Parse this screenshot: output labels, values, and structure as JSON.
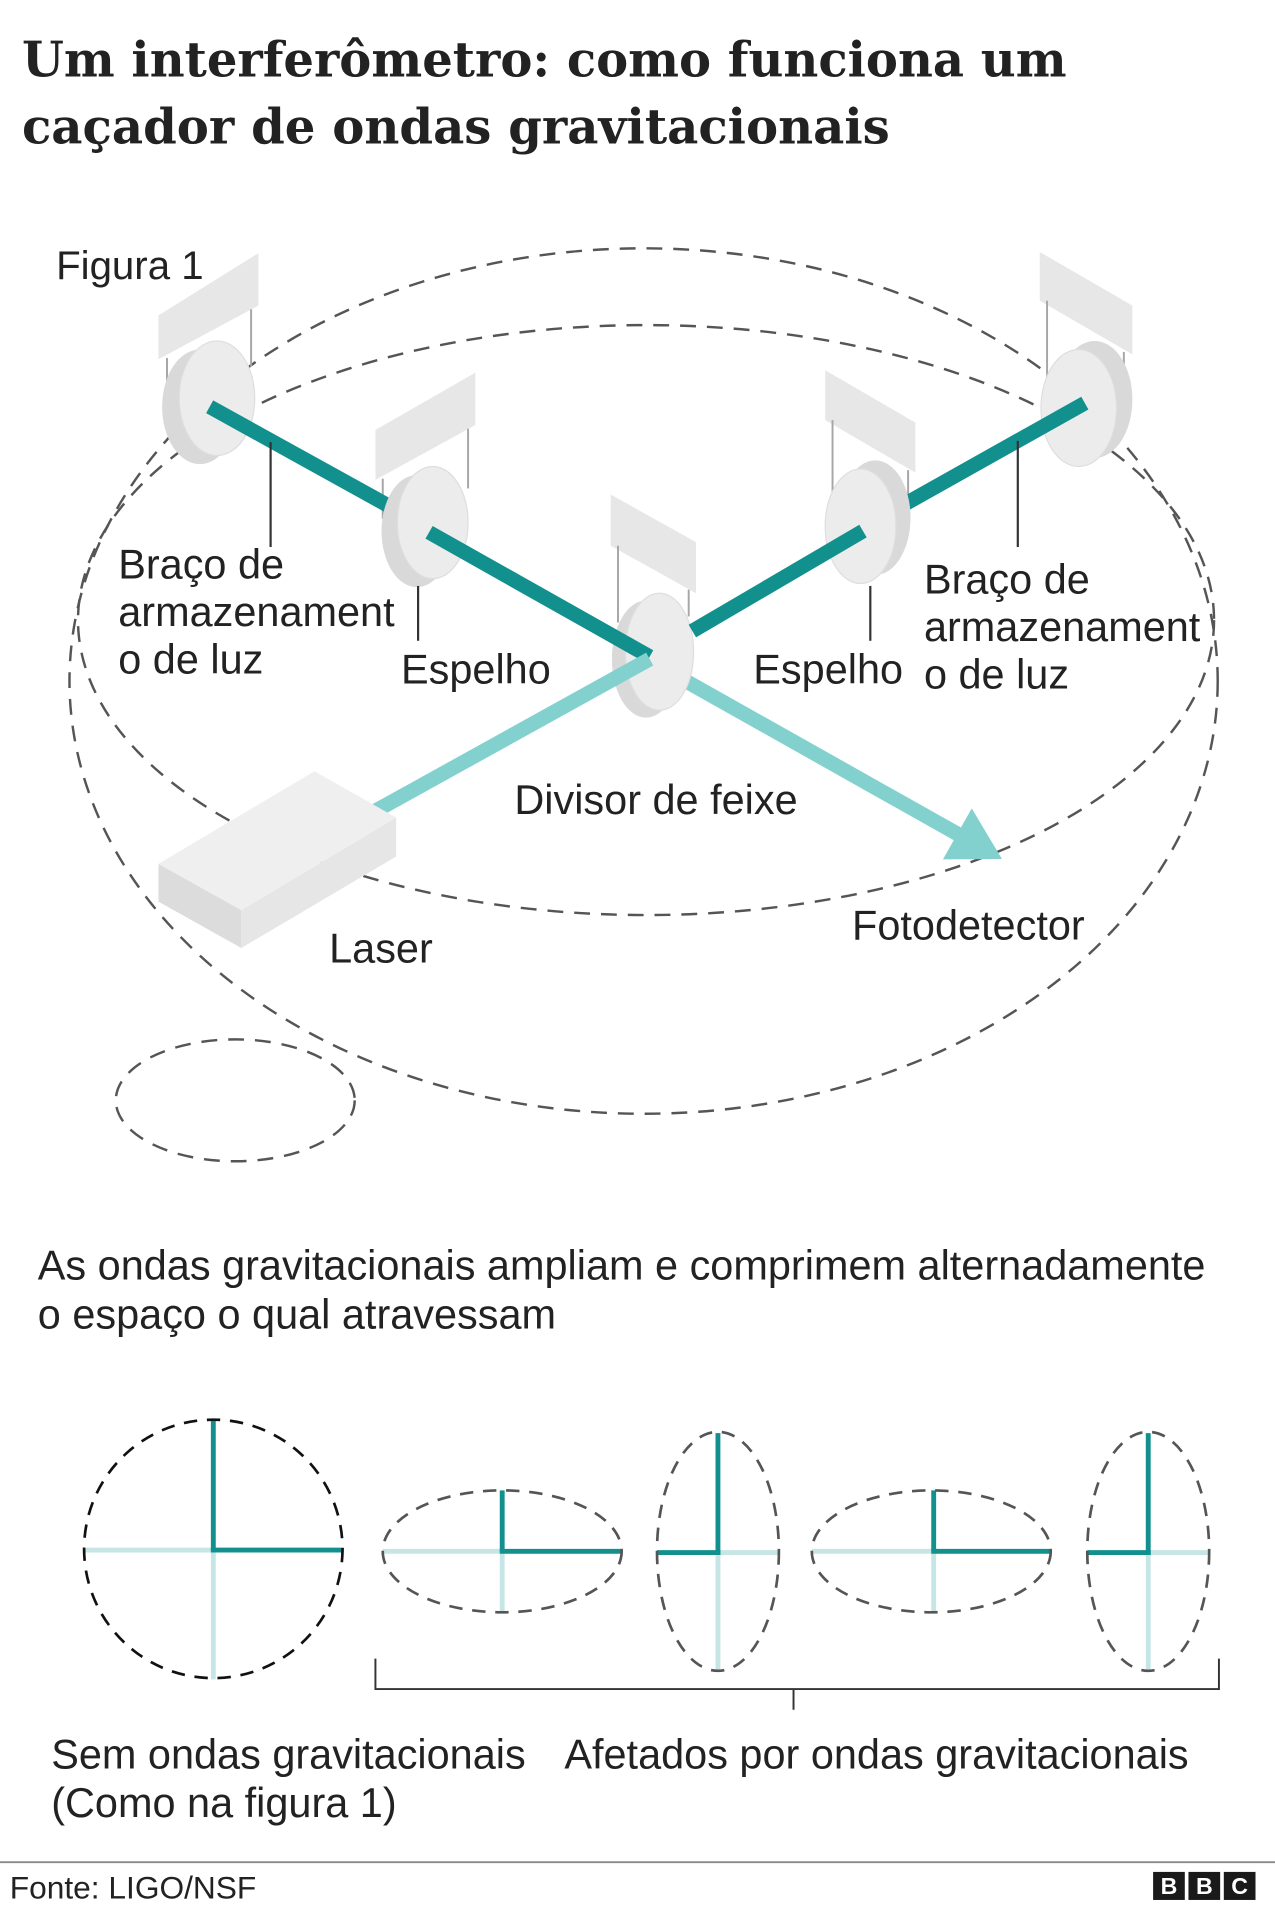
{
  "title_lines": [
    "Um interferômetro: como funciona um",
    "caçador de ondas gravitacionais"
  ],
  "figure": {
    "label": "Figura 1",
    "left_arm_label": [
      "Braço de",
      "armazenament",
      "o de luz"
    ],
    "left_mirror_label": "Espelho",
    "beam_splitter_label": "Divisor de feixe",
    "right_mirror_label": "Espelho",
    "right_arm_label": [
      "Braço de",
      "armazenament",
      "o de luz"
    ],
    "laser_label": "Laser",
    "photodetector_label": "Fotodetector"
  },
  "explanation_lines": [
    "As ondas gravitacionais ampliam e comprimem alternadamente",
    "o espaço o qual atravessam"
  ],
  "comparison": {
    "without_waves_label": [
      "Sem ondas gravitacionais",
      "(Como na figura 1)"
    ],
    "with_waves_label": "Afetados por ondas gravitacionais"
  },
  "footer": {
    "source": "Fonte: LIGO/NSF",
    "logo_letters": [
      "B",
      "B",
      "C"
    ]
  },
  "colors": {
    "beam_dark": "#12908e",
    "beam_light": "#82d1ce",
    "cross_light": "#c6e6e5",
    "dashed": "#555555",
    "dashed_dark": "#111111",
    "text": "#222222"
  }
}
